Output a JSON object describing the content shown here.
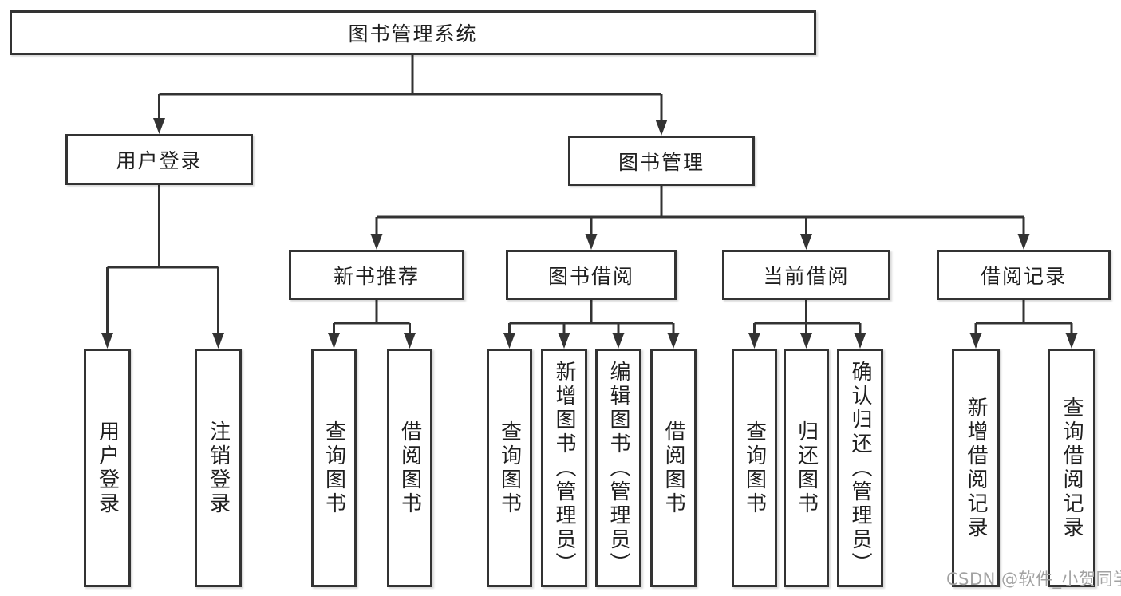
{
  "diagram": {
    "type": "hierarchy-functional-structure",
    "colors": {
      "line": "#333333",
      "node_border": "#333333",
      "node_fill": "#ffffff",
      "text": "#1f1f1f",
      "watermark": "#a2a2a2",
      "background": "#ffffff"
    }
  },
  "tree": {
    "root": {
      "label": "图书管理系统"
    },
    "children": [
      {
        "label": "用户登录",
        "children": [
          {
            "label": "用户登录"
          },
          {
            "label": "注销登录"
          }
        ]
      },
      {
        "label": "图书管理",
        "children": [
          {
            "label": "新书推荐",
            "children": [
              {
                "label": "查询图书"
              },
              {
                "label": "借阅图书"
              }
            ]
          },
          {
            "label": "图书借阅",
            "children": [
              {
                "label": "查询图书"
              },
              {
                "label": "新增图书（管理员）"
              },
              {
                "label": "编辑图书（管理员）"
              },
              {
                "label": "借阅图书"
              }
            ]
          },
          {
            "label": "当前借阅",
            "children": [
              {
                "label": "查询图书"
              },
              {
                "label": "归还图书"
              },
              {
                "label": "确认归还（管理员）"
              }
            ]
          },
          {
            "label": "借阅记录",
            "children": [
              {
                "label": "新增借阅记录"
              },
              {
                "label": "查询借阅记录"
              }
            ]
          }
        ]
      }
    ]
  },
  "watermark": {
    "text": "CSDN @软件_小贺同学"
  }
}
